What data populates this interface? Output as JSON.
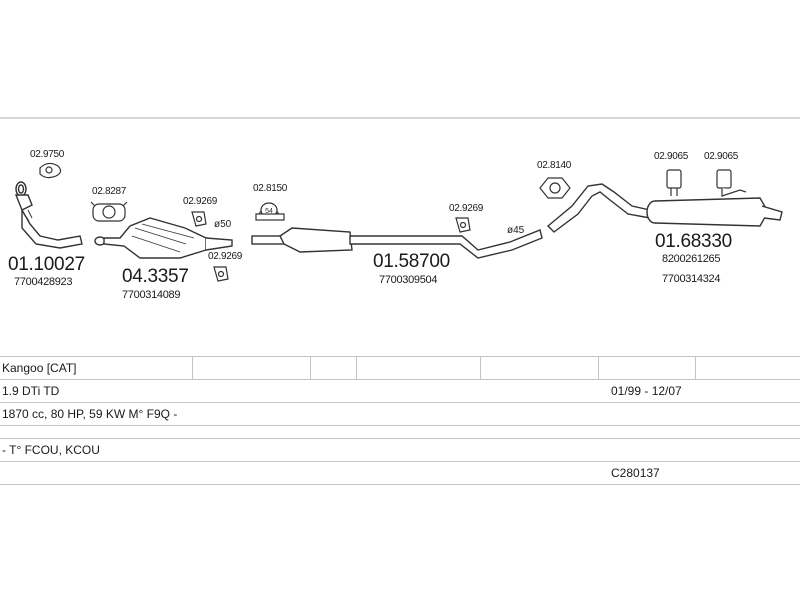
{
  "parts": {
    "p1": {
      "ref": "01.10027",
      "oem": "7700428923"
    },
    "p2": {
      "ref": "04.3357",
      "oem": "7700314089"
    },
    "p3": {
      "ref": "01.58700",
      "oem": "7700309504"
    },
    "p4": {
      "ref": "01.68330",
      "oem_1": "8200261265",
      "oem_2": "7700314324"
    }
  },
  "accessories": {
    "a_9750": "02.9750",
    "a_8287": "02.8287",
    "a_9269_top": "02.9269",
    "a_9269_bottom": "02.9269",
    "a_8150": "02.8150",
    "a_9269_mid": "02.9269",
    "a_8140": "02.8140",
    "a_9065_left": "02.9065",
    "a_9065_right": "02.9065"
  },
  "diameters": {
    "d50": "ø50",
    "d45": "ø45"
  },
  "table": {
    "rows": [
      {
        "left": "Kangoo  [CAT]",
        "right": ""
      },
      {
        "left": "1.9 DTi TD",
        "right": "01/99 - 12/07"
      },
      {
        "left": "1870 cc, 80 HP, 59 KW M° F9Q -",
        "right": ""
      },
      {
        "left": "",
        "right": ""
      },
      {
        "left": "- T° FCOU, KCOU",
        "right": ""
      },
      {
        "left": "",
        "right": "C280137"
      }
    ]
  }
}
